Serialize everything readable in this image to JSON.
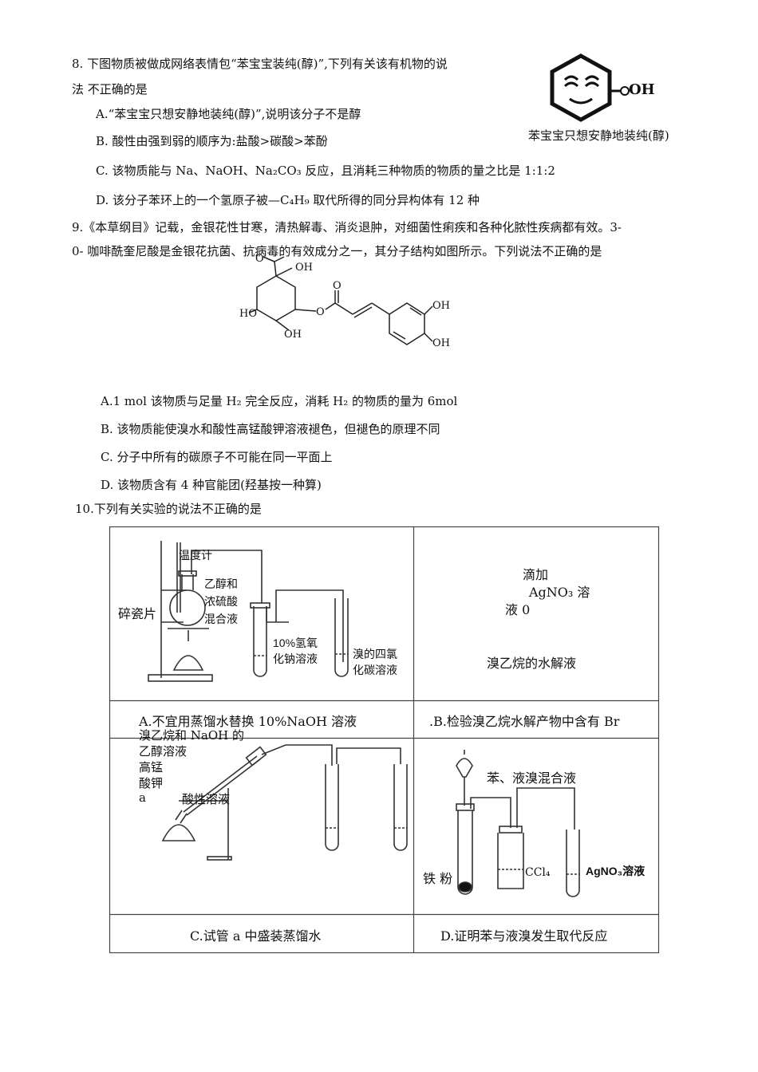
{
  "q8": {
    "stem1": "8.  下图物质被做成网络表情包“苯宝宝装纯(醇)”,下列有关该有机物的说",
    "stem2": "法  不正确的是",
    "options": [
      "A.“苯宝宝只想安静地装纯(醇)”,说明该分子不是醇",
      "B.    酸性由强到弱的顺序为:盐酸>碳酸>苯酚",
      "C.    该物质能与 Na、NaOH、Na₂CO₃      反应，且消耗三种物质的物质的量之比是 1:1:2",
      "D.    该分子苯环上的一个氢原子被—C₄H₉ 取代所得的同分异构体有 12 种"
    ],
    "figure_oh": "OH",
    "figure_caption": "苯宝宝只想安静地装纯(醇)"
  },
  "q9": {
    "stem1": "9.《本草纲目》记载，金银花性甘寒，清热解毒、消炎退肿，对细菌性痢疾和各种化脓性疾病都有效。3-",
    "stem2": "0-  咖啡酰奎尼酸是金银花抗菌、抗病毒的有效成分之一，其分子结构如图所示。下列说法不正确的是",
    "structure_labels": {
      "o_top": "O",
      "oh_top": "OH",
      "ho_left": "HO",
      "oh_bottom": "OH",
      "o_ester": "O",
      "o_carbonyl": "O",
      "oh_r1": "OH",
      "oh_r2": "OH"
    },
    "options": [
      "A.1    mol 该物质与足量 H₂ 完全反应，消耗 H₂ 的物质的量为 6mol",
      "B.    该物质能使溴水和酸性高锰酸钾溶液褪色，但褪色的原理不同",
      "C.    分子中所有的碳原子不可能在同一平面上",
      "D.    该物质含有 4 种官能团(羟基按一种算)"
    ]
  },
  "q10": {
    "stem": "10.下列有关实验的说法不正确的是",
    "cellA": {
      "labels": [
        "温度计",
        "乙醇和",
        "浓硫酸",
        "混合液",
        "碎瓷片",
        "10%氢氧",
        "化钠溶液",
        "溴的四氯",
        "化碳溶液"
      ],
      "caption": "A.不宜用蒸馏水替换 10%NaOH 溶液"
    },
    "cellB": {
      "lines": [
        "滴加",
        "AgNO₃ 溶",
        "液  0"
      ],
      "main": "溴乙烷的水解液",
      "caption": ".B.检验溴乙烷水解产物中含有 Br"
    },
    "cellC": {
      "labels": [
        "溴乙烷和  NaOH 的",
        "乙醇溶液",
        "高锰",
        "酸钾",
        "a",
        "酸性溶液"
      ],
      "caption": "C.试管 a 中盛装蒸馏水"
    },
    "cellD": {
      "labels": [
        "苯、液溴混合液",
        "铁  粉",
        "CCl₄",
        "AgNO₃溶液"
      ],
      "caption": "D.证明苯与液溴发生取代反应"
    }
  },
  "colors": {
    "text": "#111111",
    "border": "#444444",
    "line": "#333333"
  }
}
